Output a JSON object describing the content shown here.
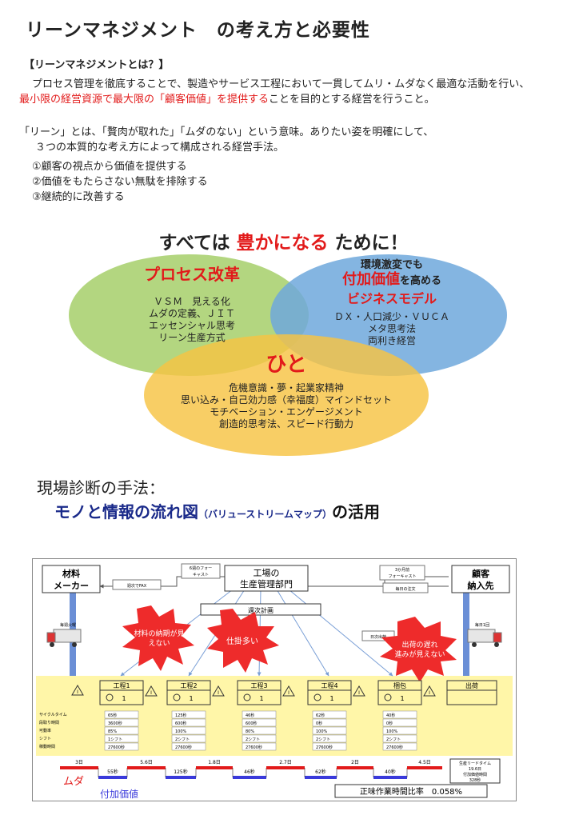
{
  "title": "リーンマネジメント　の考え方と必要性",
  "definition": {
    "heading": "【リーンマネジメントとは？】",
    "para1_pre": "プロセス管理を徹底することで、製造やサービス工程において一貫してムリ・ムダなく最適な活動を行い、",
    "para1_red": "最小限の経営資源で最大限の「顧客価値」を提供する",
    "para1_post": "ことを目的とする経営を行うこと。",
    "para2_line1": "「リーン」とは、「贅肉が取れた」「ムダのない」という意味。ありたい姿を明確にして、",
    "para2_line2": "３つの本質的な考え方によって構成される経営手法。",
    "points": [
      "①顧客の視点から価値を提供する",
      "②価値をもたらさない無駄を排除する",
      "③継続的に改善する"
    ]
  },
  "vision": {
    "pre": "すべては",
    "red": "豊かになる",
    "post": "ために！"
  },
  "venn": {
    "process": {
      "title": "プロセス改革",
      "lines": [
        "ＶＳＭ　見える化",
        "ムダの定義、ＪＩＴ",
        "エッセンシャル思考",
        "リーン生産方式"
      ]
    },
    "business": {
      "line1": "環境激変でも",
      "big": "付加価値",
      "line2_post": "を高める",
      "title": "ビジネスモデル",
      "lines": [
        "ＤＸ・人口減少・ＶＵＣＡ",
        "メタ思考法",
        "両利き経営"
      ]
    },
    "people": {
      "title": "ひと",
      "lines": [
        "危機意識・夢・起業家精神",
        "思い込み・自己効力感（幸福度）マインドセット",
        "モチベーション・エンゲージメント",
        "創造的思考法、スピード行動力"
      ]
    },
    "colors": {
      "process": "#a6cf6a",
      "business": "#6fa8dc",
      "people": "#f7c343"
    }
  },
  "diagnosis": {
    "heading": "現場診断の手法：",
    "sub_main": "モノと情報の流れ図",
    "sub_small": "（バリューストリームマップ）",
    "sub_tail": "の活用"
  },
  "vsm": {
    "supplier": [
      "材料",
      "メーカー"
    ],
    "customer": [
      "顧客",
      "納入先"
    ],
    "control": [
      "工場の",
      "生産管理部門"
    ],
    "weekly_plan": "週次計画",
    "forecast_left": [
      "6週のフォー",
      "キャスト"
    ],
    "forecast_right": [
      "3か月前",
      "フォーキャスト"
    ],
    "weekly_fax": "週次でFAX",
    "daily_order": "毎日の注文",
    "truck_left": "毎週火曜",
    "truck_right": "毎日1回",
    "daily_ship": "日次出荷",
    "problems": [
      {
        "text": [
          "材料の納期が見",
          "えない"
        ]
      },
      {
        "text": [
          "仕掛多い"
        ]
      },
      {
        "text": [
          "出荷の遅れ",
          "進みが見えない"
        ]
      }
    ],
    "processes": [
      "工程1",
      "工程2",
      "工程3",
      "工程4",
      "梱包",
      "出荷"
    ],
    "operators": "1",
    "row_labels": [
      "サイクルタイム",
      "段取り時間",
      "可動率",
      "シフト",
      "稼動時間"
    ],
    "columns": [
      [
        "65秒",
        "3600秒",
        "85%",
        "1シフト",
        "27600秒"
      ],
      [
        "125秒",
        "600秒",
        "100%",
        "2シフト",
        "27600秒"
      ],
      [
        "46秒",
        "600秒",
        "80%",
        "2シフト",
        "27600秒"
      ],
      [
        "62秒",
        "0秒",
        "100%",
        "2シフト",
        "27600秒"
      ],
      [
        "40秒",
        "0秒",
        "100%",
        "2シフト",
        "27600秒"
      ]
    ],
    "waits": [
      "3日",
      "5.6日",
      "1.8日",
      "2.7日",
      "2日",
      "4.5日"
    ],
    "cycles": [
      "55秒",
      "125秒",
      "46秒",
      "62秒",
      "40秒"
    ],
    "lead_box": [
      "生産リードタイム",
      "19.6日",
      "付加価値時間",
      "328秒"
    ],
    "muda_label": "ムダ",
    "value_label": "付加価値",
    "ratio": "正味作業時間比率　0.058%",
    "colors": {
      "yellow": "#fff6a8",
      "starburst": "#ee2b2b",
      "blue_arrow": "#6b8fd6",
      "timeline_red": "#e21a1a",
      "timeline_blue": "#3a3adb"
    }
  }
}
